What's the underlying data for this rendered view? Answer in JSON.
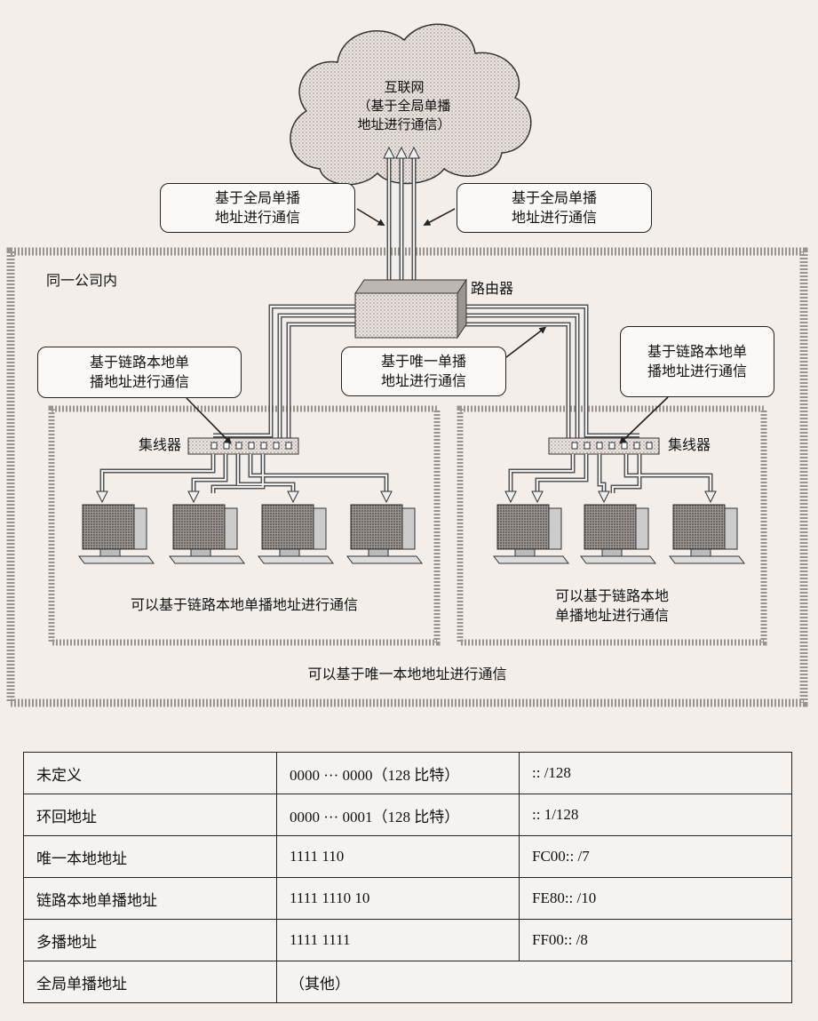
{
  "diagram": {
    "internet": [
      "互联网",
      "（基于全局单播",
      "地址进行通信）"
    ],
    "callout_global_left": [
      "基于全局单播",
      "地址进行通信"
    ],
    "callout_global_right": [
      "基于全局单播",
      "地址进行通信"
    ],
    "company_label": "同一公司内",
    "router_label": "路由器",
    "callout_link_local_left": [
      "基于链路本地单",
      "播地址进行通信"
    ],
    "callout_unique_local": [
      "基于唯一单播",
      "地址进行通信"
    ],
    "callout_link_local_right": [
      "基于链路本地单",
      "播地址进行通信"
    ],
    "hub_left_label": "集线器",
    "hub_right_label": "集线器",
    "left_lan_caption": "可以基于链路本地单播地址进行通信",
    "right_lan_caption": [
      "可以基于链路本地",
      "单播地址进行通信"
    ],
    "company_caption": "可以基于唯一本地地址进行通信"
  },
  "address_table": {
    "rows": [
      {
        "name": "未定义",
        "bits": "0000 ··· 0000（128 比特）",
        "prefix": ":: /128"
      },
      {
        "name": "环回地址",
        "bits": "0000 ··· 0001（128 比特）",
        "prefix": ":: 1/128"
      },
      {
        "name": "唯一本地地址",
        "bits": "1111 110",
        "prefix": "FC00:: /7"
      },
      {
        "name": "链路本地单播地址",
        "bits": "1111 1110 10",
        "prefix": "FE80:: /10"
      },
      {
        "name": "多播地址",
        "bits": "1111 1111",
        "prefix": "FF00:: /8"
      },
      {
        "name": "全局单播地址",
        "bits": "（其他）",
        "prefix": ""
      }
    ]
  }
}
